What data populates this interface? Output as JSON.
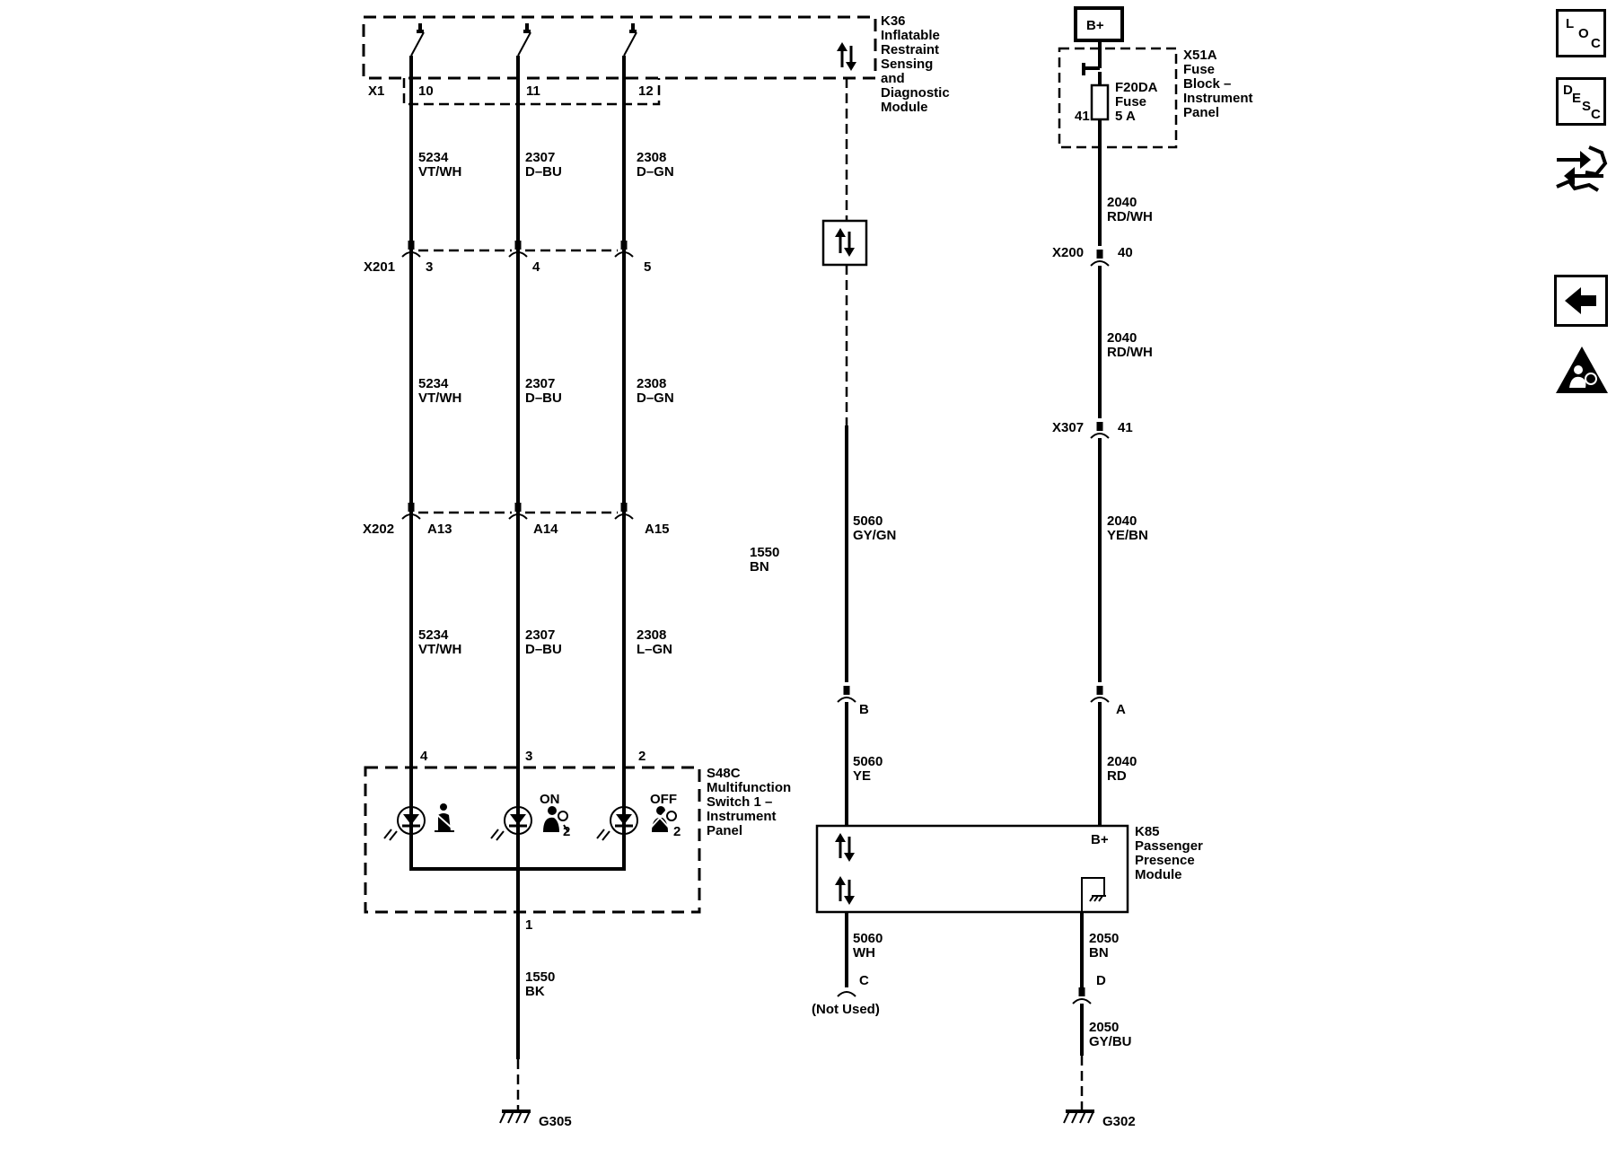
{
  "k36": {
    "ref": "K36",
    "desc": [
      "Inflatable",
      "Restraint",
      "Sensing",
      "and",
      "Diagnostic",
      "Module"
    ],
    "conn": "X1",
    "pins": [
      "10",
      "11",
      "12"
    ]
  },
  "wires_top": [
    [
      "5234",
      "VT/WH"
    ],
    [
      "2307",
      "D–BU"
    ],
    [
      "2308",
      "D–GN"
    ]
  ],
  "x201": {
    "ref": "X201",
    "pins": [
      "3",
      "4",
      "5"
    ]
  },
  "wires_mid": [
    [
      "5234",
      "VT/WH"
    ],
    [
      "2307",
      "D–BU"
    ],
    [
      "2308",
      "D–GN"
    ]
  ],
  "x202": {
    "ref": "X202",
    "pins": [
      "A13",
      "A14",
      "A15"
    ]
  },
  "wires_low": [
    [
      "5234",
      "VT/WH"
    ],
    [
      "2307",
      "D–BU"
    ],
    [
      "2308",
      "L–GN"
    ]
  ],
  "s48c": {
    "ref": "S48C",
    "desc": [
      "Multifunction",
      "Switch 1 –",
      "Instrument",
      "Panel"
    ],
    "pins": [
      "4",
      "3",
      "2"
    ],
    "on": "ON",
    "off": "OFF",
    "ind2": "2",
    "ind3": "2",
    "gnd_pin": "1"
  },
  "stray": [
    "1550",
    "BN"
  ],
  "gnd_wire": [
    "1550",
    "BK"
  ],
  "g305": "G305",
  "bplus": "B+",
  "x51a": {
    "ref": "X51A",
    "desc": [
      "Fuse",
      "Block –",
      "Instrument",
      "Panel"
    ],
    "fuse": [
      "F20DA",
      "Fuse",
      "5 A"
    ],
    "pin": "41"
  },
  "w2040a": [
    "2040",
    "RD/WH"
  ],
  "x200": {
    "ref": "X200",
    "pin": "40"
  },
  "w2040b": [
    "2040",
    "RD/WH"
  ],
  "x307": {
    "ref": "X307",
    "pin": "41"
  },
  "w2040c": [
    "2040",
    "YE/BN"
  ],
  "pin_a": "A",
  "w2040d": [
    "2040",
    "RD"
  ],
  "w5060a": [
    "5060",
    "GY/GN"
  ],
  "pin_b": "B",
  "w5060b": [
    "5060",
    "YE"
  ],
  "k85": {
    "ref": "K85",
    "desc": [
      "Passenger",
      "Presence",
      "Module"
    ],
    "bplus": "B+"
  },
  "w5060c": [
    "5060",
    "WH"
  ],
  "pin_c": "C",
  "not_used": "(Not Used)",
  "w2050a": [
    "2050",
    "BN"
  ],
  "pin_d": "D",
  "w2050b": [
    "2050",
    "GY/BU"
  ],
  "g302": "G302",
  "side": {
    "loc": [
      "L",
      "O",
      "C"
    ],
    "desc": [
      "D",
      "E",
      "S",
      "C"
    ]
  }
}
